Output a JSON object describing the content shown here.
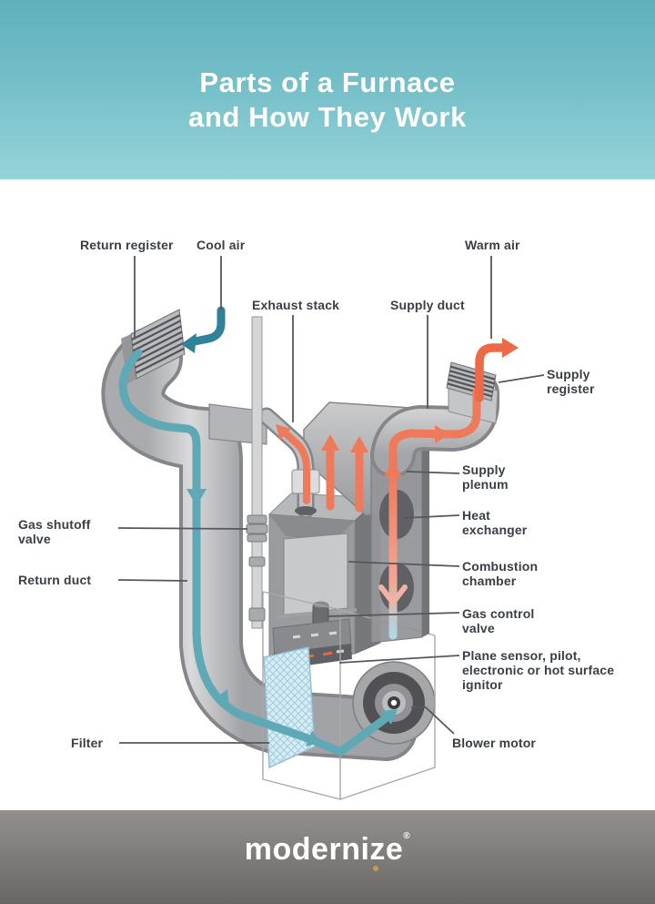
{
  "header": {
    "title_line1": "Parts of a Furnace",
    "title_line2": "and How They Work",
    "bg_top": "#5fb0bd",
    "bg_bottom": "#96d3d9",
    "text_color": "#ffffff"
  },
  "diagram": {
    "subject": "gas furnace cutaway with airflow",
    "labels": [
      {
        "id": "return-register",
        "text": "Return register"
      },
      {
        "id": "cool-air",
        "text": "Cool air"
      },
      {
        "id": "exhaust-stack",
        "text": "Exhaust stack"
      },
      {
        "id": "supply-duct",
        "text": "Supply duct"
      },
      {
        "id": "warm-air",
        "text": "Warm air"
      },
      {
        "id": "supply-register",
        "text": "Supply register"
      },
      {
        "id": "supply-plenum",
        "text": "Supply plenum"
      },
      {
        "id": "heat-exchanger",
        "text": "Heat exchanger"
      },
      {
        "id": "combustion-chamber",
        "text": "Combustion chamber"
      },
      {
        "id": "gas-control-valve",
        "text": "Gas control valve"
      },
      {
        "id": "plane-sensor",
        "text": "Plane sensor, pilot, electronic or hot surface ignitor"
      },
      {
        "id": "blower-motor",
        "text": "Blower motor"
      },
      {
        "id": "gas-shutoff-valve",
        "text": "Gas shutoff valve"
      },
      {
        "id": "return-duct",
        "text": "Return duct"
      },
      {
        "id": "filter",
        "text": "Filter"
      }
    ],
    "colors": {
      "cool_air_arrow": "#2f8298",
      "flow_teal": "#5fa8b6",
      "warm_air_arrow": "#ec6a48",
      "flow_orange": "#ef7a5b",
      "duct_fill": "#c2c3c5",
      "duct_outline": "#85868a",
      "filter_fill": "#d8ecf4",
      "label_text": "#3a3f45",
      "connector_line": "#55585c"
    }
  },
  "footer": {
    "logo_part1": "moderni",
    "logo_z": "z",
    "logo_part2": "e",
    "registered": "®",
    "bg": "#7d7976",
    "logo_dot_color": "#c49a4c"
  }
}
